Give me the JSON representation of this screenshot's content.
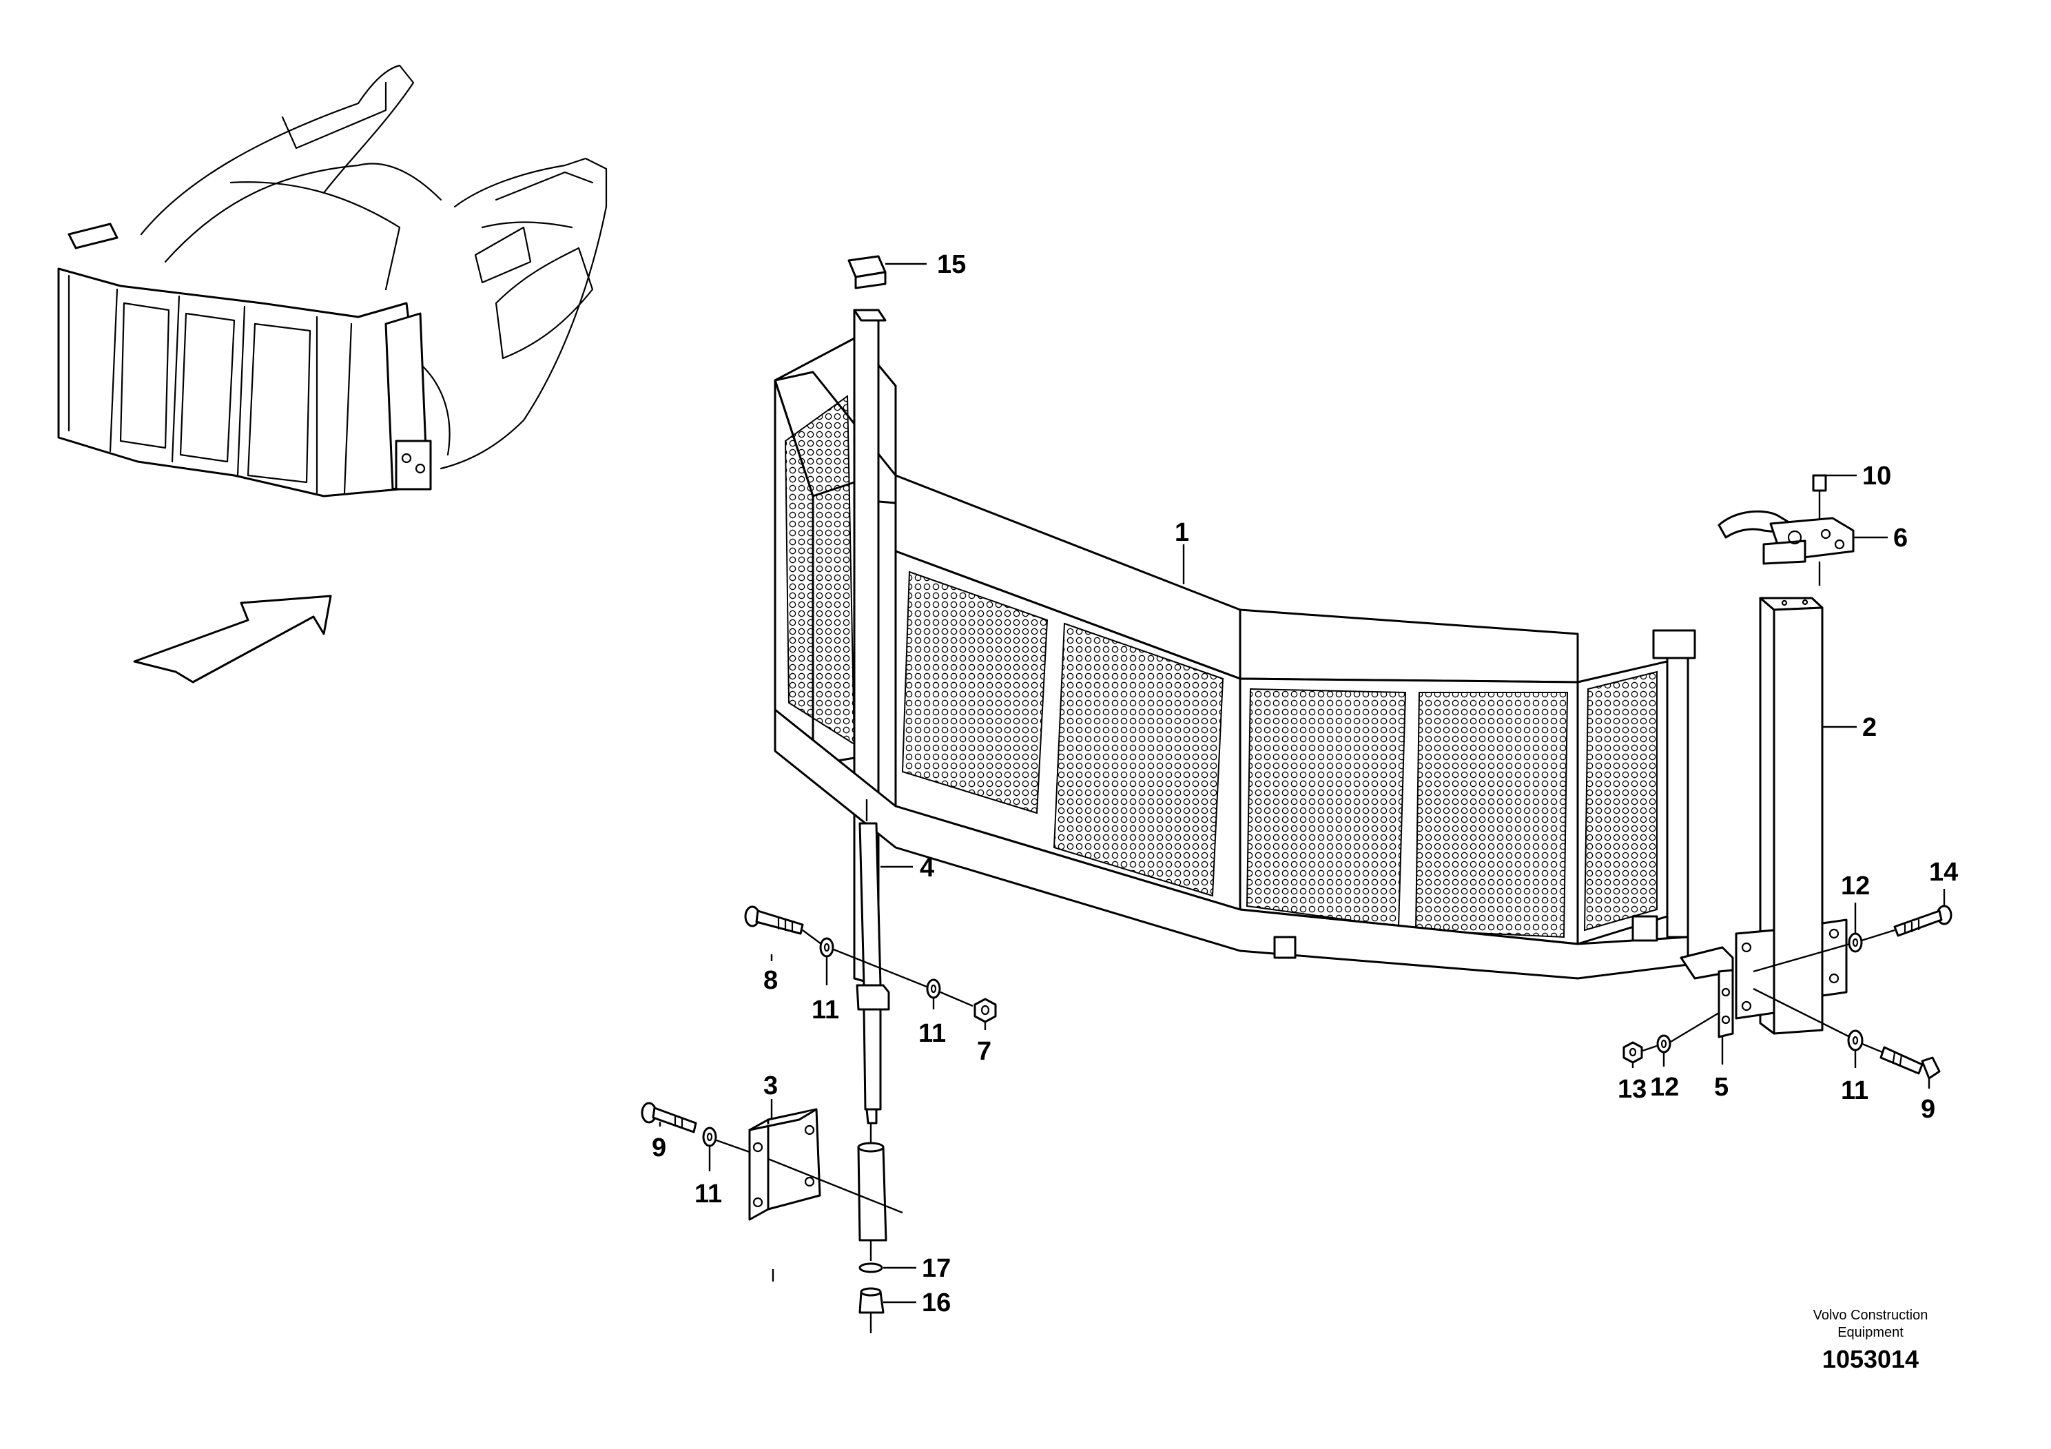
{
  "callouts": {
    "c1": "1",
    "c2": "2",
    "c3": "3",
    "c4": "4",
    "c5": "5",
    "c6": "6",
    "c7": "7",
    "c8": "8",
    "c9a": "9",
    "c9b": "9",
    "c10": "10",
    "c11a": "11",
    "c11b": "11",
    "c11c": "11",
    "c11d": "11",
    "c12a": "12",
    "c12b": "12",
    "c13": "13",
    "c14": "14",
    "c15": "15",
    "c16": "16",
    "c17": "17"
  },
  "footer": {
    "company_line1": "Volvo Construction",
    "company_line2": "Equipment",
    "drawing_number": "1053014"
  },
  "colors": {
    "line": "#000000",
    "background": "#ffffff"
  }
}
